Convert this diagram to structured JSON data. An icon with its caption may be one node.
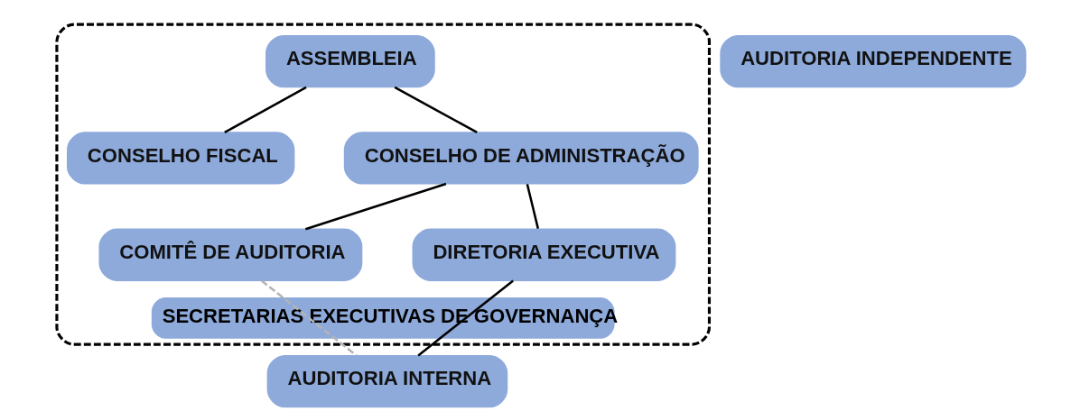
{
  "diagram": {
    "nodes": [
      {
        "text": [
          "SECRETARIAS EXECUTIVAS DE GOVERNANÇA"
        ]
      },
      {
        "text": [
          "ASSEMBLEIA"
        ],
        "in": 0
      },
      {
        "text": [
          "CONSELHO FISCAL"
        ],
        "in": 0
      },
      {
        "text": [
          "CONSELHO DE ADMINISTRAÇÃO"
        ],
        "in": 0
      },
      {
        "text": [
          "COMITÊ DE AUDITORIA"
        ],
        "in": 0
      },
      {
        "text": [
          "DIRETORIA EXECUTIVA"
        ],
        "in": 0
      },
      {
        "text": [
          "AUDITORIA INTERNA"
        ]
      },
      {
        "text": [
          "AUDITORIA INDEPENDENTE"
        ]
      }
    ],
    "edges": [
      {
        "from": 1,
        "to": 2,
        "arrow": "none"
      },
      {
        "from": 1,
        "to": 3,
        "arrow": "none"
      },
      {
        "from": 3,
        "to": 4,
        "arrow": "none"
      },
      {
        "from": 3,
        "to": 5,
        "arrow": "none"
      },
      {
        "from": 4,
        "to": 6,
        "arrow": "none",
        "style": "dashed",
        "color": "#b4b4b4"
      },
      {
        "from": 5,
        "to": 6,
        "arrow": "none"
      }
    ]
  }
}
